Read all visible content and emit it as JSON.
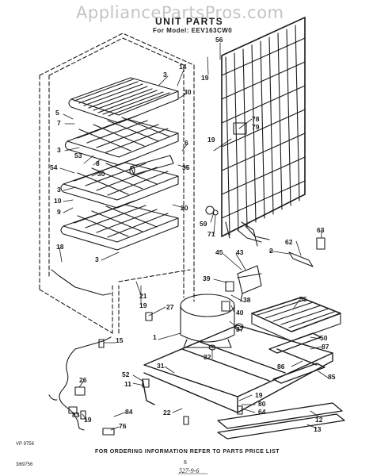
{
  "watermark": "AppliancePartsPros.com",
  "title": "UNIT PARTS",
  "model_line": "For Model: EEV163CW0",
  "footer_note": "FOR ORDERING INFORMATION REFER TO PARTS PRICE LIST",
  "corner_code_top": "VP 9756",
  "corner_code_bottom": "3l69756",
  "page_number": "6",
  "handwritten_date": "527-9-6",
  "callouts": {
    "c3a": "3",
    "c14": "14",
    "c30a": "30",
    "c5": "5",
    "c7": "7",
    "c3b": "3",
    "c53": "53",
    "c8": "8",
    "c54": "54",
    "c30b": "30",
    "c6": "6",
    "c35": "35",
    "c3c": "3",
    "c10": "10",
    "c9": "9",
    "c20": "20",
    "c18": "18",
    "c3d": "3",
    "c56": "56",
    "c19a": "19",
    "c78": "78",
    "c79": "79",
    "c19b": "19",
    "c59": "59",
    "c71": "71",
    "c63": "63",
    "c62": "62",
    "c2": "2",
    "c45": "45",
    "c43": "43",
    "c39": "39",
    "c21": "21",
    "c19c": "19",
    "c27": "27",
    "c38": "38",
    "c55": "55",
    "c40": "40",
    "c37": "37",
    "c1": "1",
    "c15": "15",
    "c32": "32",
    "c50": "50",
    "c87": "87",
    "c86": "86",
    "c85": "85",
    "c31": "31",
    "c26": "26",
    "c52": "52",
    "c11": "11",
    "c19d": "19",
    "c80": "80",
    "c64": "64",
    "c84": "84",
    "c22": "22",
    "c83": "83",
    "c19e": "19",
    "c76": "76",
    "c12": "12",
    "c13": "13"
  }
}
